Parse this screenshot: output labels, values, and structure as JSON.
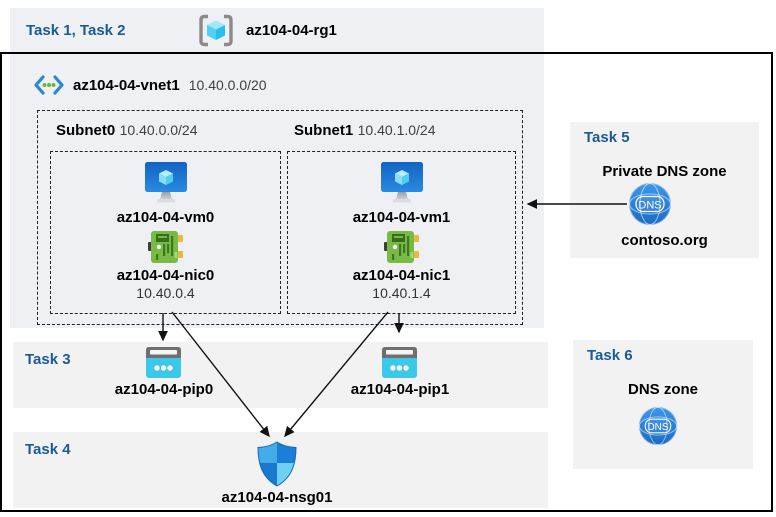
{
  "colors": {
    "task_label": "#1a5a96",
    "top_band_bg": "#eef0f3",
    "vnet_bg": "#eef0f3",
    "band_bg": "#f2f2f2",
    "border": "#000000",
    "secondary_text": "#3f3f3f",
    "vm_blue": "#1b72cc",
    "nic_green": "#79ba45",
    "pip_cyan": "#3cc8e8",
    "dns_blue": "#2e7fd6",
    "shield_blue": "#2e9be6"
  },
  "header": {
    "tasks": "Task 1, Task 2",
    "resource_group": "az104-04-rg1"
  },
  "vnet": {
    "name": "az104-04-vnet1",
    "cidr": "10.40.0.0/20",
    "subnets": [
      {
        "name": "Subnet0",
        "cidr": "10.40.0.0/24",
        "vm": "az104-04-vm0",
        "nic": "az104-04-nic0",
        "ip": "10.40.0.4"
      },
      {
        "name": "Subnet1",
        "cidr": "10.40.1.0/24",
        "vm": "az104-04-vm1",
        "nic": "az104-04-nic1",
        "ip": "10.40.1.4"
      }
    ]
  },
  "task3": {
    "label": "Task 3",
    "pip0": "az104-04-pip0",
    "pip1": "az104-04-pip1"
  },
  "task4": {
    "label": "Task 4",
    "nsg": "az104-04-nsg01"
  },
  "task5": {
    "label": "Task 5",
    "title": "Private DNS zone",
    "zone": "contoso.org",
    "dns_icon_text": "DNS"
  },
  "task6": {
    "label": "Task 6",
    "title": "DNS zone",
    "dns_icon_text": "DNS"
  },
  "edges": [
    {
      "from": "az104-04-nic0",
      "to": "az104-04-pip0"
    },
    {
      "from": "az104-04-nic0",
      "to": "az104-04-nsg01"
    },
    {
      "from": "az104-04-nic1",
      "to": "az104-04-pip1"
    },
    {
      "from": "az104-04-nic1",
      "to": "az104-04-nsg01"
    },
    {
      "from": "contoso.org",
      "to": "az104-04-vnet1"
    }
  ]
}
